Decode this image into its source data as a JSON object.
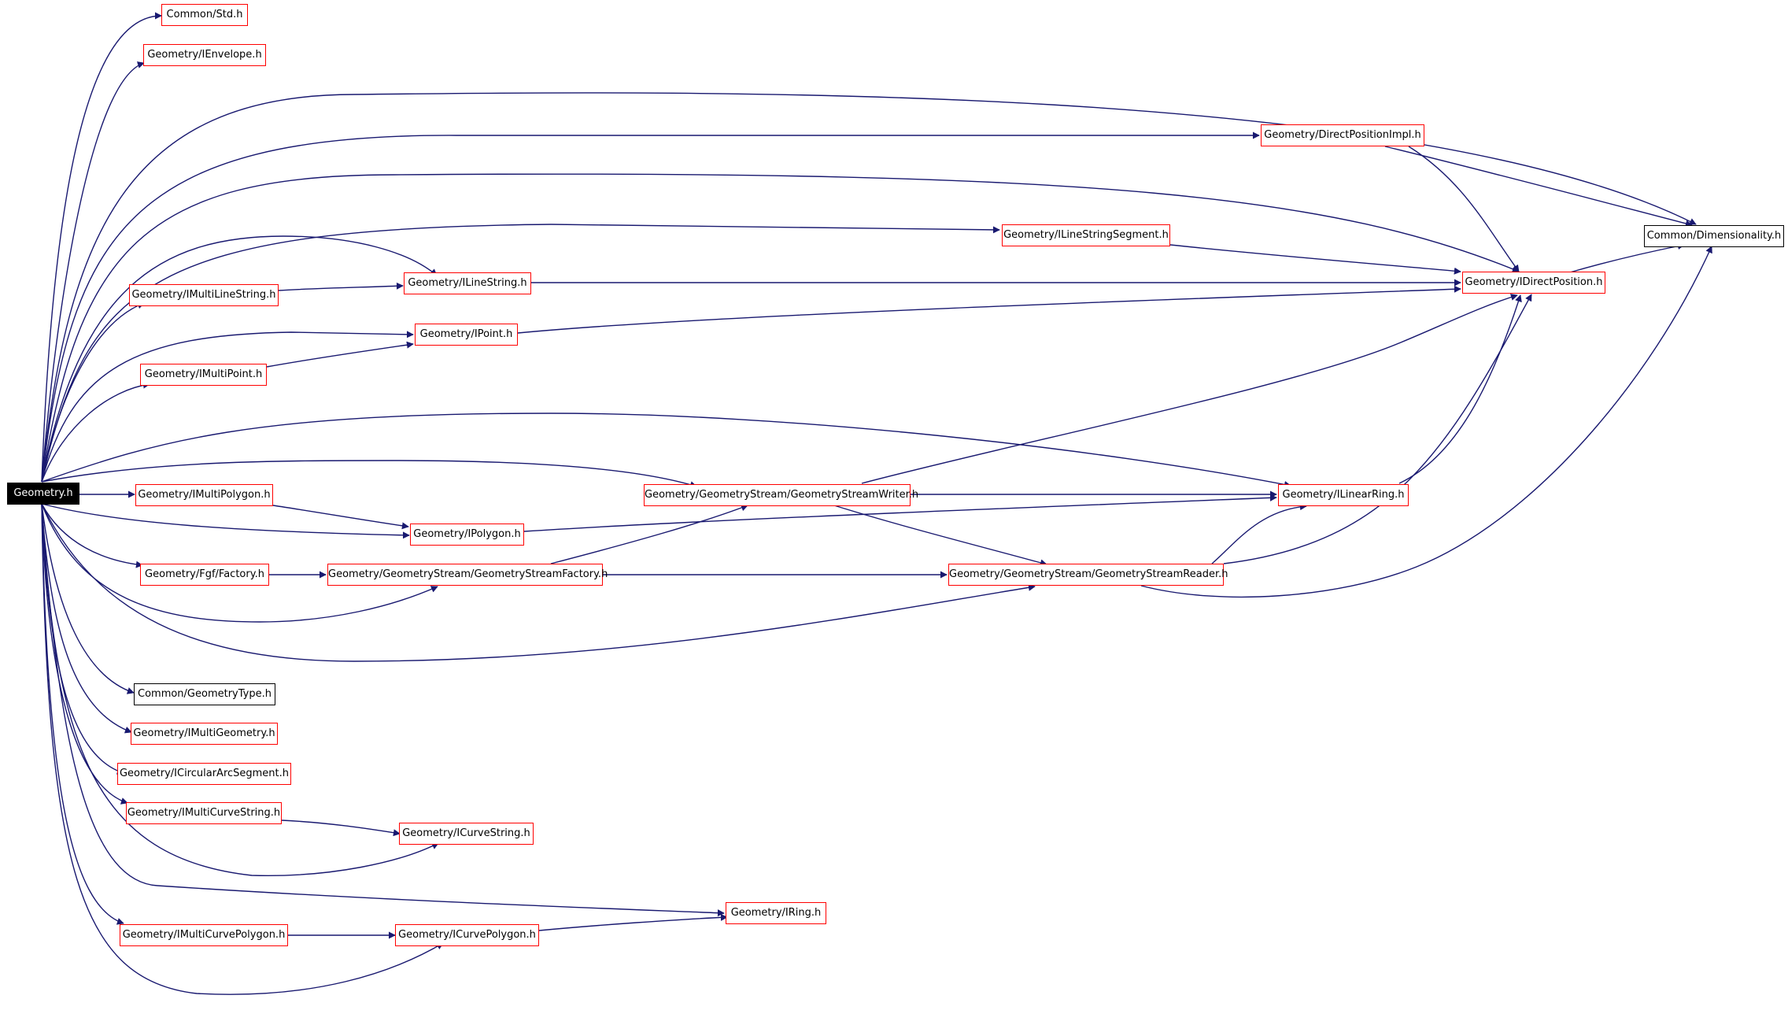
{
  "colors": {
    "edge": "#191970",
    "node_border_missing": "#ff0000",
    "node_border": "#000000",
    "root_fill": "#000000",
    "root_text": "#ffffff"
  },
  "nodes": {
    "geometry_h": "Geometry.h",
    "common_std_h": "Common/Std.h",
    "ienvelope_h": "Geometry/IEnvelope.h",
    "directpositionimpl_h": "Geometry/DirectPositionImpl.h",
    "common_dimensionality_h": "Common/Dimensionality.h",
    "ilinestringsegment_h": "Geometry/ILineStringSegment.h",
    "idirectposition_h": "Geometry/IDirectPosition.h",
    "imultilinestring_h": "Geometry/IMultiLineString.h",
    "ilinestring_h": "Geometry/ILineString.h",
    "ipoint_h": "Geometry/IPoint.h",
    "imultipoint_h": "Geometry/IMultiPoint.h",
    "imultipolygon_h": "Geometry/IMultiPolygon.h",
    "geometrystreamwriter_h": "Geometry/GeometryStream/GeometryStreamWriter.h",
    "ilinearring_h": "Geometry/ILinearRing.h",
    "ipolygon_h": "Geometry/IPolygon.h",
    "fgf_factory_h": "Geometry/Fgf/Factory.h",
    "geometrystreamfactory_h": "Geometry/GeometryStream/GeometryStreamFactory.h",
    "geometrystreamreader_h": "Geometry/GeometryStream/GeometryStreamReader.h",
    "common_geometrytype_h": "Common/GeometryType.h",
    "imultigeometry_h": "Geometry/IMultiGeometry.h",
    "icirculararcsegment_h": "Geometry/ICircularArcSegment.h",
    "imulticurvestring_h": "Geometry/IMultiCurveString.h",
    "icurvestring_h": "Geometry/ICurveString.h",
    "iring_h": "Geometry/IRing.h",
    "imulticurvepolygon_h": "Geometry/IMultiCurvePolygon.h",
    "icurvepolygon_h": "Geometry/ICurvePolygon.h"
  }
}
